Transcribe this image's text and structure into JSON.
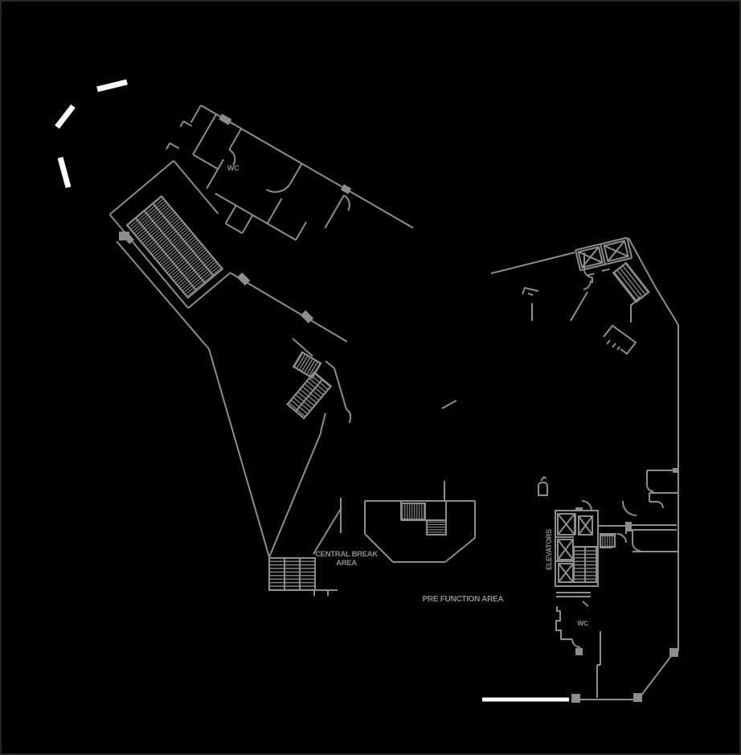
{
  "labels": {
    "wc_upper": "WC",
    "central_break_line1": "CENTRAL BREAK",
    "central_break_line2": "AREA",
    "pre_function": "PRE FUNCTION AREA",
    "elevators": "ELEVATORS",
    "wc_lower": "WC"
  },
  "colors": {
    "background": "#000000",
    "wall_line": "#8d8d8d",
    "highlight_white": "#ffffff",
    "frame_border": "#2b2522"
  }
}
